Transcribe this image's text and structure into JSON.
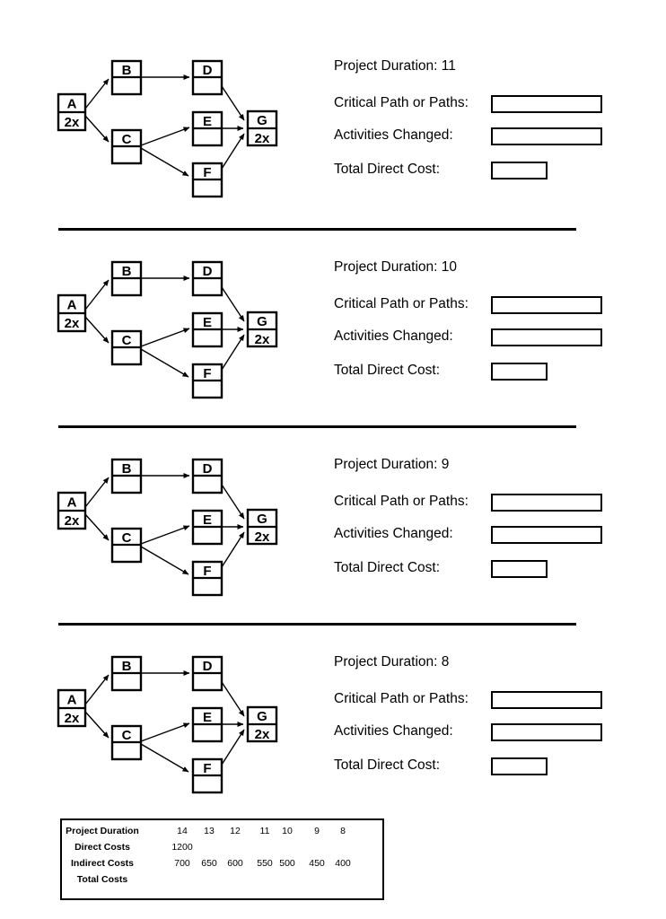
{
  "diagram": {
    "nodes": [
      {
        "id": "A",
        "label": "A",
        "sublabel": "2x"
      },
      {
        "id": "B",
        "label": "B",
        "sublabel": ""
      },
      {
        "id": "C",
        "label": "C",
        "sublabel": ""
      },
      {
        "id": "D",
        "label": "D",
        "sublabel": ""
      },
      {
        "id": "E",
        "label": "E",
        "sublabel": ""
      },
      {
        "id": "F",
        "label": "F",
        "sublabel": ""
      },
      {
        "id": "G",
        "label": "G",
        "sublabel": "2x"
      }
    ],
    "edges": [
      "A-B",
      "A-C",
      "B-D",
      "C-E",
      "C-F",
      "D-G",
      "E-G",
      "F-G"
    ]
  },
  "sections": [
    {
      "project_duration_label": "Project Duration:",
      "project_duration_value": "11",
      "critical_path_label": "Critical Path or Paths:",
      "critical_path_value": "",
      "activities_changed_label": "Activities Changed:",
      "activities_changed_value": "",
      "total_direct_cost_label": "Total Direct Cost:",
      "total_direct_cost_value": ""
    },
    {
      "project_duration_label": "Project Duration:",
      "project_duration_value": "10",
      "critical_path_label": "Critical Path or Paths:",
      "critical_path_value": "",
      "activities_changed_label": "Activities Changed:",
      "activities_changed_value": "",
      "total_direct_cost_label": "Total Direct Cost:",
      "total_direct_cost_value": ""
    },
    {
      "project_duration_label": "Project Duration:",
      "project_duration_value": "9",
      "critical_path_label": "Critical Path or Paths:",
      "critical_path_value": "",
      "activities_changed_label": "Activities Changed:",
      "activities_changed_value": "",
      "total_direct_cost_label": "Total Direct Cost:",
      "total_direct_cost_value": ""
    },
    {
      "project_duration_label": "Project Duration:",
      "project_duration_value": "8",
      "critical_path_label": "Critical Path or Paths:",
      "critical_path_value": "",
      "activities_changed_label": "Activities Changed:",
      "activities_changed_value": "",
      "total_direct_cost_label": "Total Direct Cost:",
      "total_direct_cost_value": ""
    }
  ],
  "cost_table": {
    "rows": [
      {
        "label": "Project Duration",
        "values": [
          "14",
          "13",
          "12",
          "11",
          "10",
          "9",
          "8"
        ]
      },
      {
        "label": "Direct Costs",
        "values": [
          "1200",
          "",
          "",
          "",
          "",
          "",
          ""
        ]
      },
      {
        "label": "Indirect Costs",
        "values": [
          "700",
          "650",
          "600",
          "550",
          "500",
          "450",
          "400"
        ]
      },
      {
        "label": "Total Costs",
        "values": [
          "",
          "",
          "",
          "",
          "",
          "",
          ""
        ]
      }
    ]
  }
}
